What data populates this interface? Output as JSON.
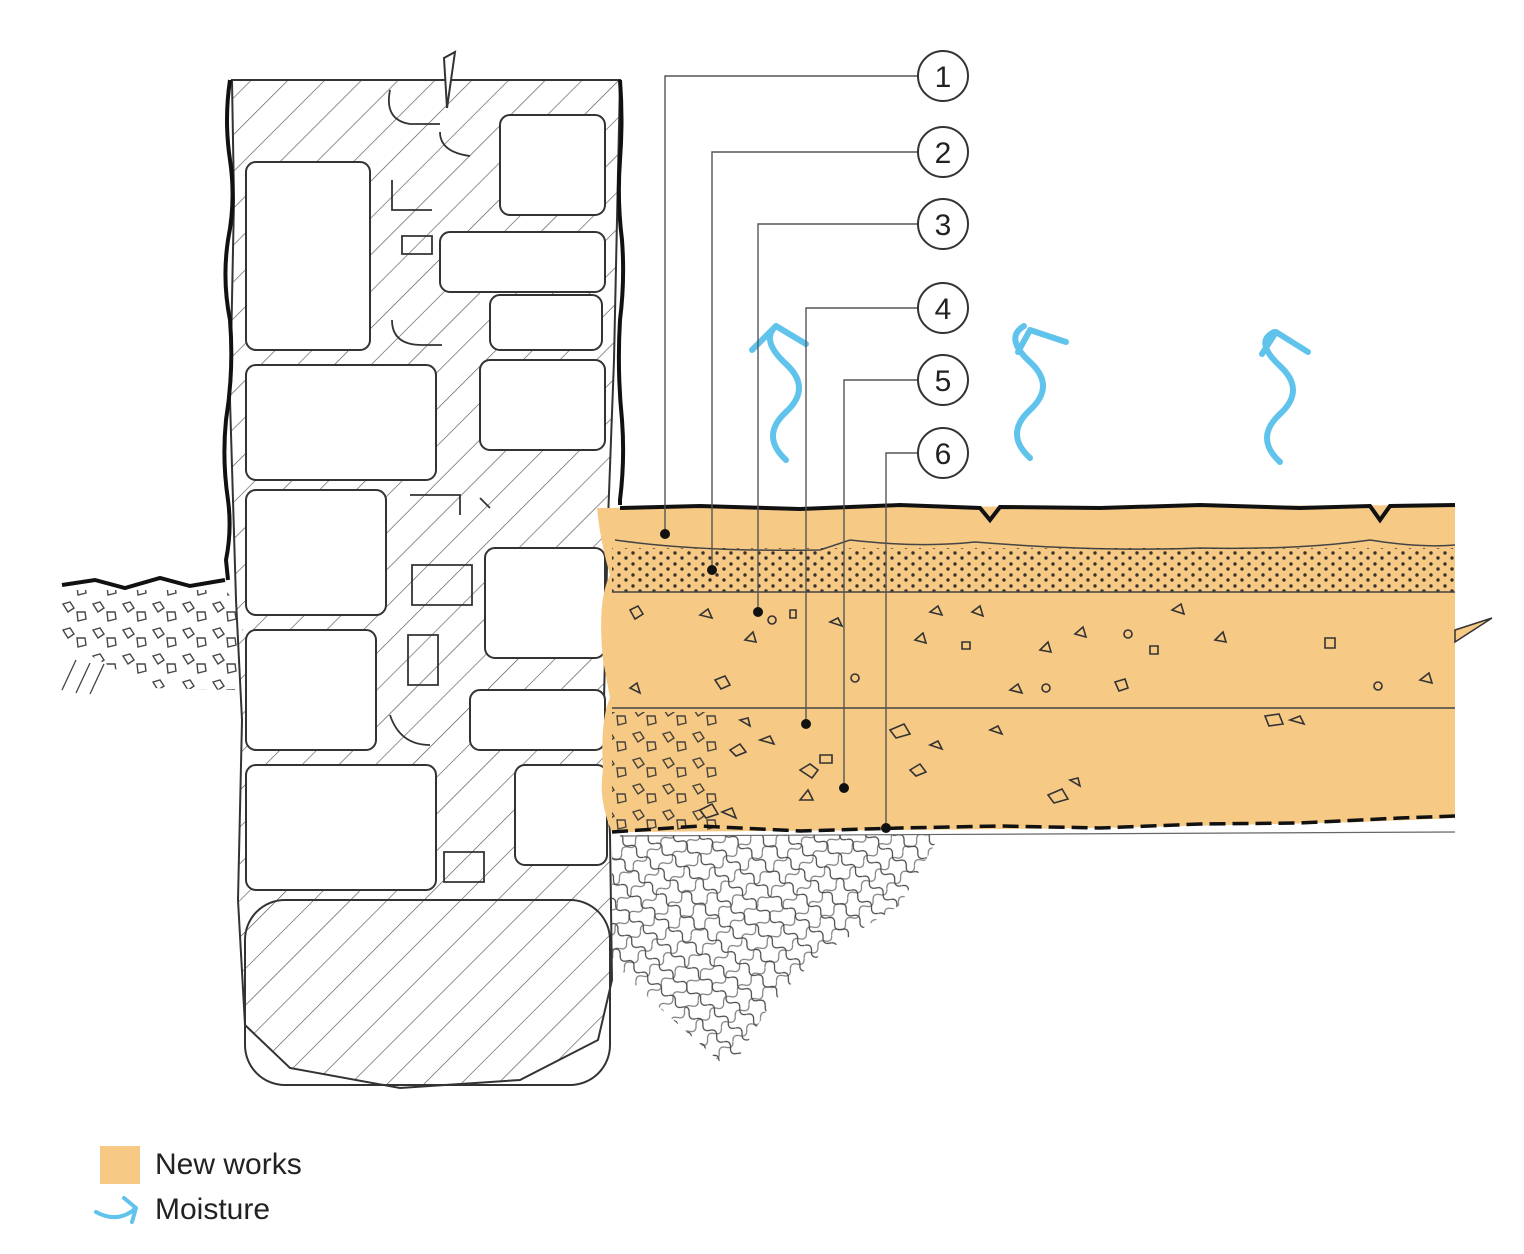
{
  "diagram": {
    "callouts": [
      "1",
      "2",
      "3",
      "4",
      "5",
      "6"
    ],
    "legend": [
      {
        "label": "New works",
        "swatch": "new-works-swatch"
      },
      {
        "label": "Moisture",
        "swatch": "moisture-arrow"
      }
    ]
  },
  "colors": {
    "new_works_fill": "#f6c985",
    "moisture": "#5fc3ec",
    "line": "#222222"
  }
}
